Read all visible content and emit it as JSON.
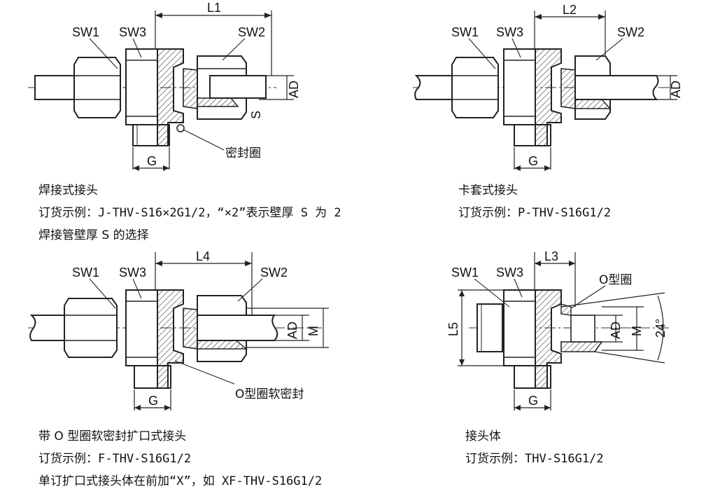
{
  "panels": [
    {
      "id": "welding",
      "labels": {
        "sw1": "SW1",
        "sw3": "SW3",
        "sw2": "SW2",
        "len": "L1",
        "g": "G",
        "ad": "AD",
        "s": "S",
        "seal": "密封圈"
      },
      "caption": [
        "焊接式接头",
        "订货示例：J-THV-S16×2G1/2，“×2”表示壁厚 S 为 2",
        "焊接管壁厚 S 的选择"
      ]
    },
    {
      "id": "bite",
      "labels": {
        "sw1": "SW1",
        "sw3": "SW3",
        "sw2": "SW2",
        "len": "L2",
        "g": "G",
        "ad": "AD"
      },
      "caption": [
        "卡套式接头",
        "订货示例：P-THV-S16G1/2"
      ]
    },
    {
      "id": "flare",
      "labels": {
        "sw1": "SW1",
        "sw3": "SW3",
        "sw2": "SW2",
        "len": "L4",
        "g": "G",
        "ad": "AD",
        "m": "M",
        "seal": "O型圈软密封"
      },
      "caption": [
        "带 O 型圈软密封扩口式接头",
        "订货示例：F-THV-S16G1/2",
        "单订扩口式接头体在前加“X”，如 XF-THV-S16G1/2"
      ]
    },
    {
      "id": "body",
      "labels": {
        "sw1": "SW1",
        "sw3": "SW3",
        "len": "L3",
        "l5": "L5",
        "g": "G",
        "ad": "AD",
        "m": "M",
        "angle": "24°",
        "oring": "O型圈"
      },
      "caption": [
        "接头体",
        "订货示例：THV-S16G1/2"
      ]
    }
  ]
}
